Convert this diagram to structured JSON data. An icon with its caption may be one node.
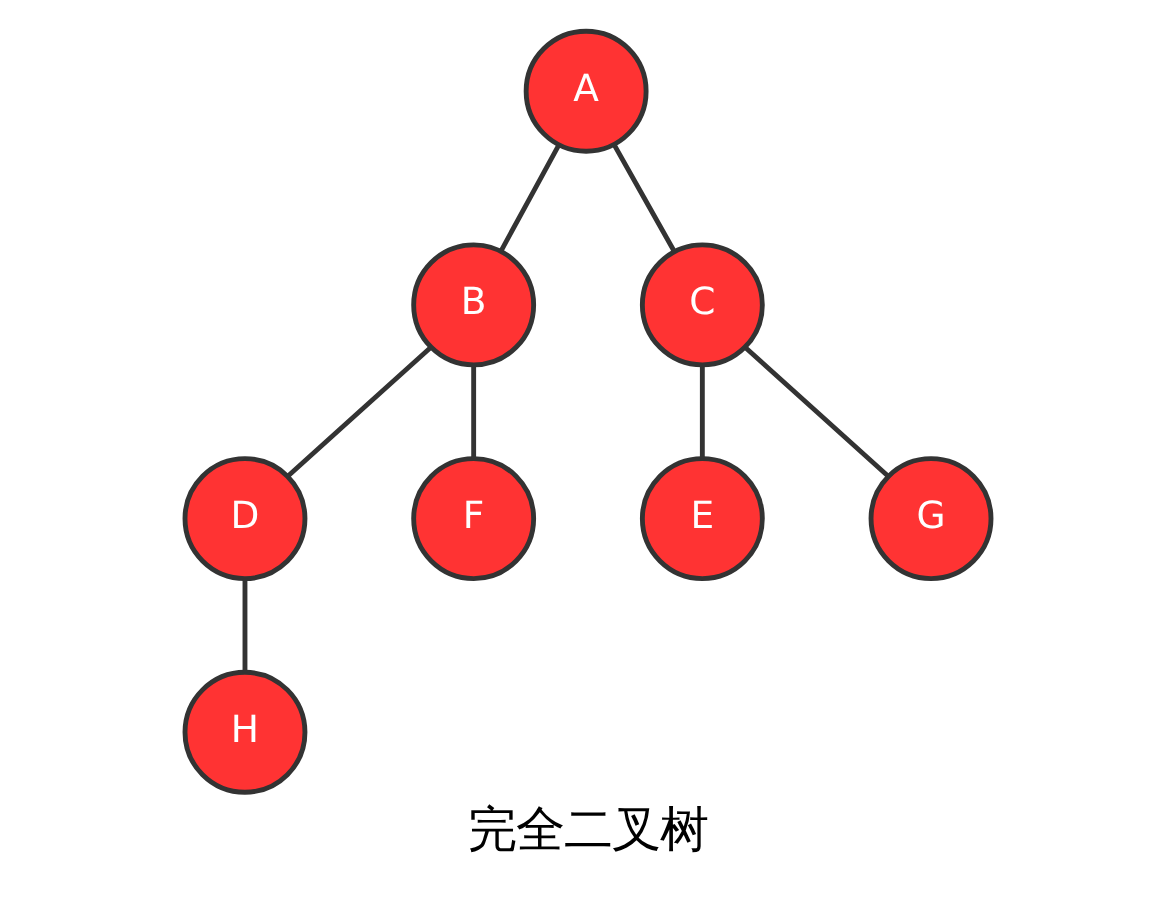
{
  "diagram": {
    "caption": "完全二叉树",
    "nodes": [
      {
        "text": [
          "A"
        ]
      },
      {
        "text": [
          "B"
        ]
      },
      {
        "text": [
          "C"
        ]
      },
      {
        "text": [
          "D"
        ]
      },
      {
        "text": [
          "F"
        ]
      },
      {
        "text": [
          "E"
        ]
      },
      {
        "text": [
          "G"
        ]
      },
      {
        "text": [
          "H"
        ]
      }
    ],
    "edges": [
      {
        "from": 0,
        "to": 1,
        "arrow": "none"
      },
      {
        "from": 0,
        "to": 2,
        "arrow": "none"
      },
      {
        "from": 1,
        "to": 3,
        "arrow": "none"
      },
      {
        "from": 1,
        "to": 4,
        "arrow": "none"
      },
      {
        "from": 2,
        "to": 5,
        "arrow": "none"
      },
      {
        "from": 2,
        "to": 6,
        "arrow": "none"
      },
      {
        "from": 3,
        "to": 7,
        "arrow": "none"
      }
    ]
  }
}
